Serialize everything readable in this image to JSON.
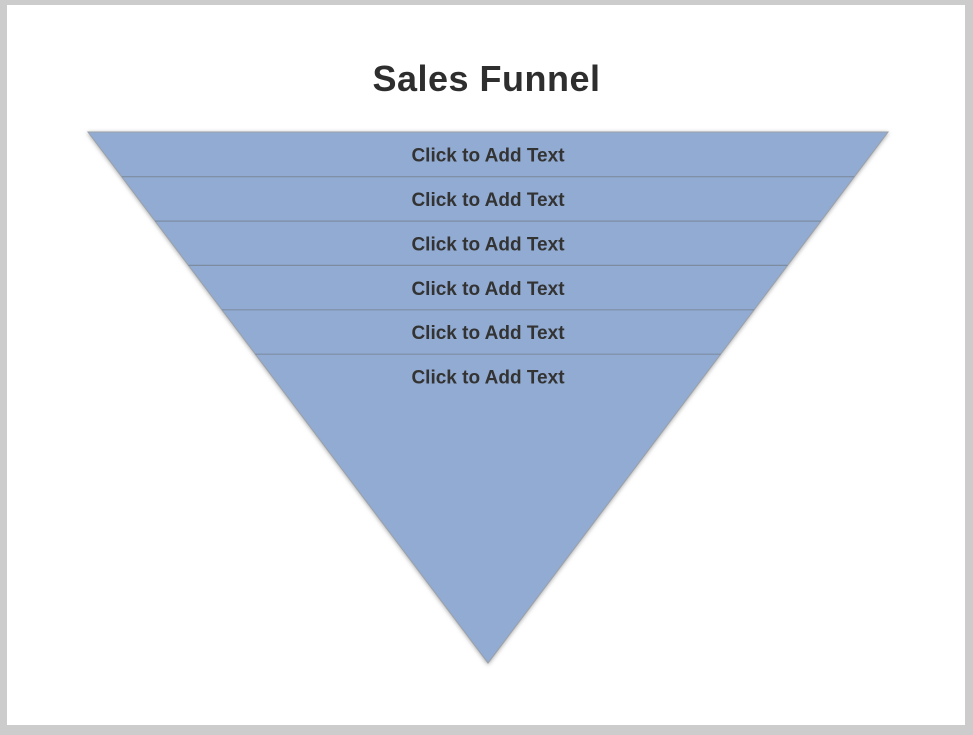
{
  "window": {
    "frame_color": "#CCCCCC",
    "canvas_color": "#FFFFFF"
  },
  "title": {
    "text": "Sales Funnel",
    "color": "#2E2E2E"
  },
  "funnel": {
    "fill_color": "#91ABD2",
    "outline_color": "#9AA0A8",
    "divider_color": "#7D8CA1",
    "label_color": "#333333",
    "sections": [
      {
        "label": "Click to Add Text"
      },
      {
        "label": "Click to Add Text"
      },
      {
        "label": "Click to Add Text"
      },
      {
        "label": "Click to Add Text"
      },
      {
        "label": "Click to Add Text"
      },
      {
        "label": "Click to Add Text"
      }
    ]
  }
}
